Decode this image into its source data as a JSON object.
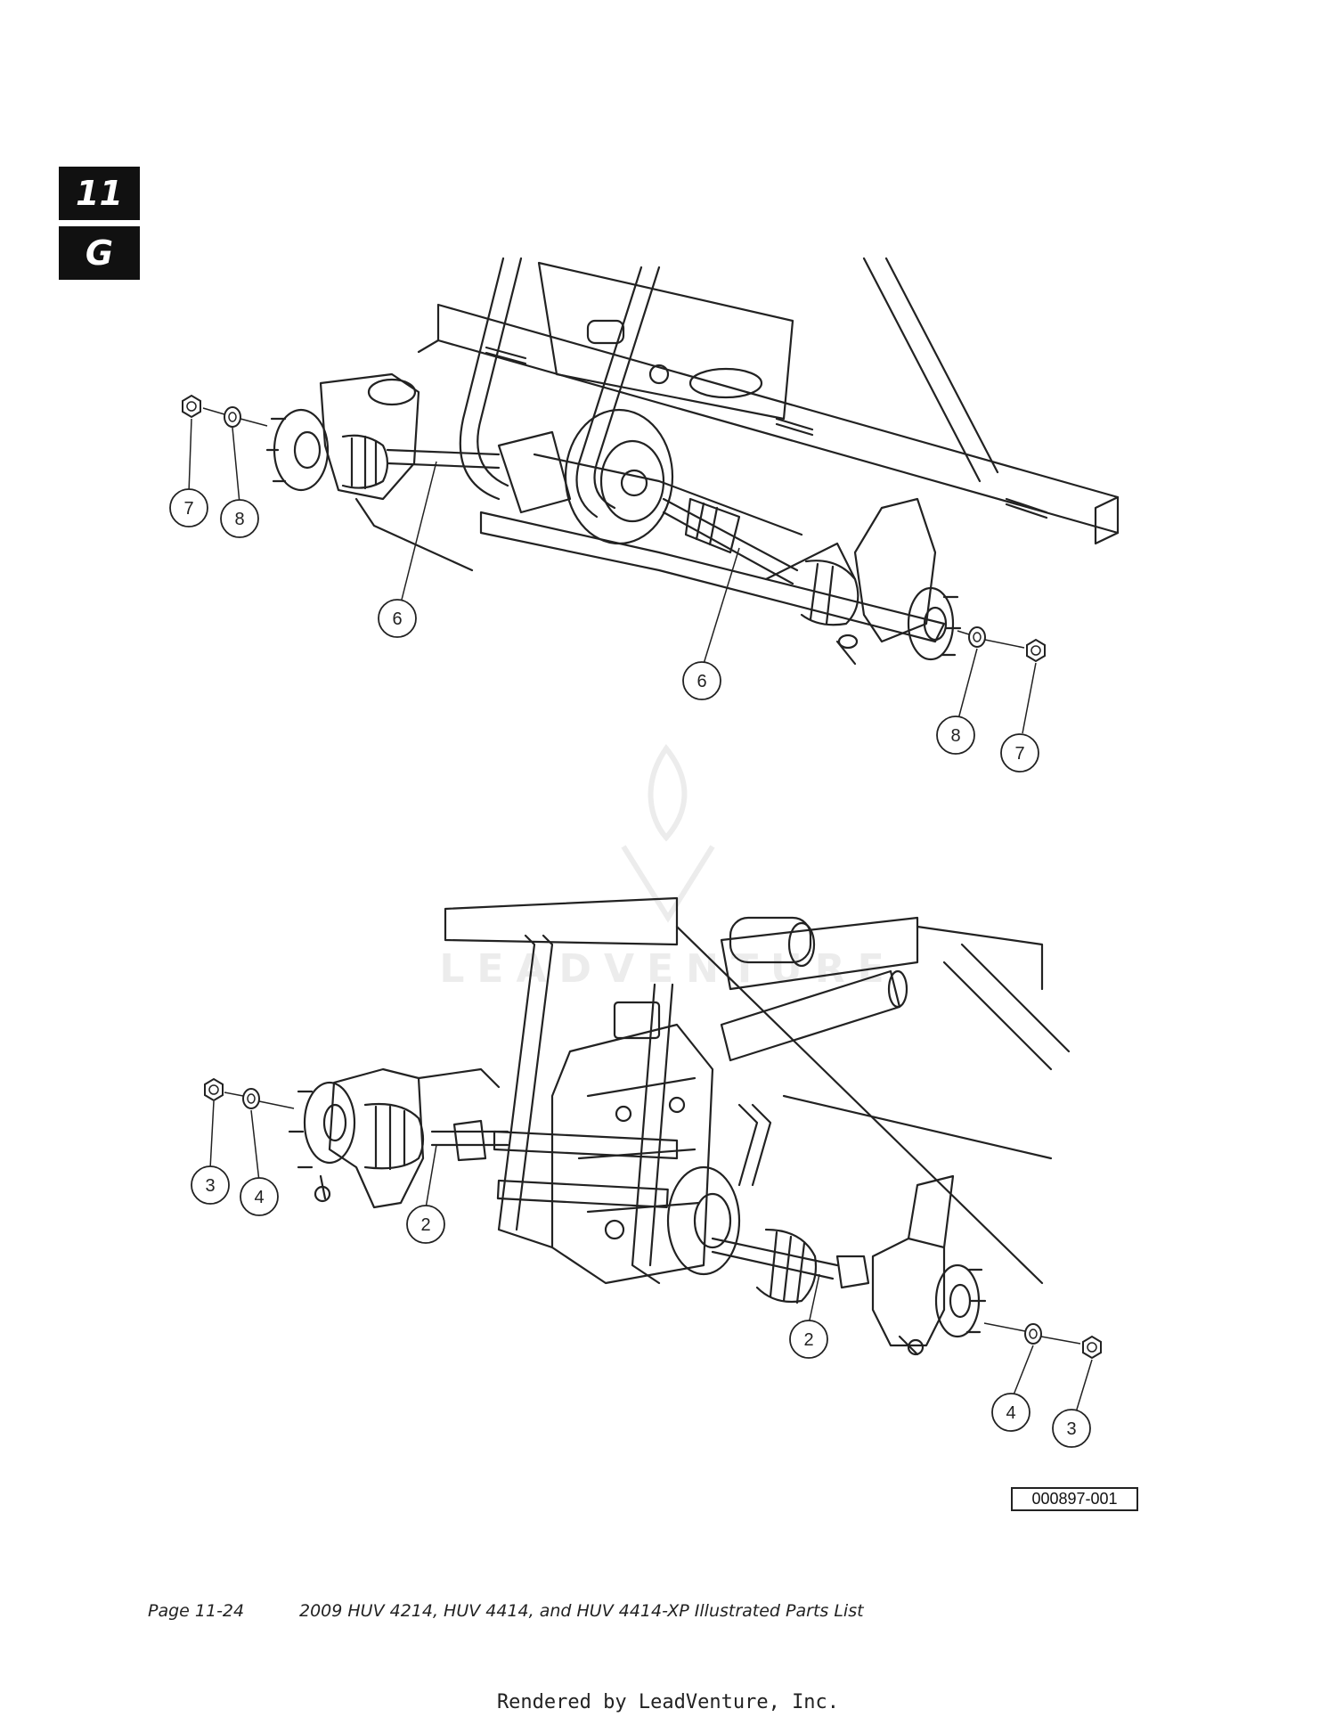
{
  "tabs": {
    "chapter": "11",
    "section": "G"
  },
  "figure_number": "000897-001",
  "footer": {
    "page": "Page 11-24",
    "title": "2009 HUV 4214, HUV 4414, and HUV 4414-XP Illustrated Parts List"
  },
  "rendered_by": "Rendered by LeadVenture, Inc.",
  "watermark": {
    "text": "LEADVENTURE"
  },
  "callouts": {
    "top": [
      "7",
      "8",
      "6",
      "6",
      "8",
      "7"
    ],
    "bottom": [
      "3",
      "4",
      "2",
      "2",
      "4",
      "3"
    ]
  },
  "colors": {
    "ink": "#222222",
    "tab": "#111111",
    "watermark": "#ececec"
  }
}
